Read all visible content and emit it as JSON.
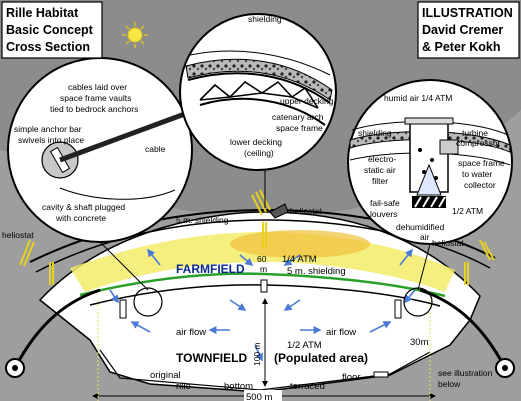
{
  "title": {
    "line1": "Rille Habitat",
    "line2": "Basic Concept",
    "line3": "Cross Section"
  },
  "credit": {
    "line1": "ILLUSTRATION",
    "line2": "David Cremer",
    "line3": "& Peter Kokh"
  },
  "anchor_inset": {
    "cables": [
      "cables laid over",
      "space  frame vaults",
      "tied to bedrock anchors"
    ],
    "anchor_bar": [
      "simple anchor bar",
      "swivels into place"
    ],
    "cable": "cable",
    "cavity": [
      "cavity & shaft plugged",
      "with concrete"
    ]
  },
  "structure_inset": {
    "shielding": "shielding",
    "upper_decking": "upper decking",
    "catenary": [
      "catenary arch",
      "space frame"
    ],
    "lower_decking": [
      "lower decking",
      "(ceiling)"
    ]
  },
  "air_inset": {
    "humid_air": "humid air 1/4 ATM",
    "shielding": "shielding",
    "turbine": [
      "turbine",
      "compressor"
    ],
    "electrostatic": [
      "electro-",
      "static air",
      "filter"
    ],
    "space_frame": [
      "space frame",
      "to water",
      "collector"
    ],
    "louvers": [
      "fail-safe",
      "louvers"
    ],
    "half_atm": "1/2 ATM",
    "dehumidified": [
      "dehumidified",
      "air"
    ]
  },
  "main": {
    "shielding_top": "5 m. shielding",
    "heliostat_center": "heliostat",
    "heliostat_left": "heliostat",
    "heliostat_right": "heliostat",
    "sixty": "60",
    "quarter_atm": "1/4 ATM",
    "m": "m",
    "farmfield": "FARMFIELD",
    "shielding_mid": "5 m. shielding",
    "air_flow_left": "air flow",
    "air_flow_right": "air flow",
    "half_atm": "1/2 ATM",
    "hundred_m": "100 m",
    "thirty_m": "30m",
    "townfield": "TOWNFIELD",
    "populated": "(Populated area)",
    "original": "original",
    "rille": "rille",
    "bottom": "bottom",
    "terraced": "terraced",
    "floor": "floor",
    "see_illustration": [
      "see illustration",
      "below"
    ],
    "width": "500 m"
  }
}
